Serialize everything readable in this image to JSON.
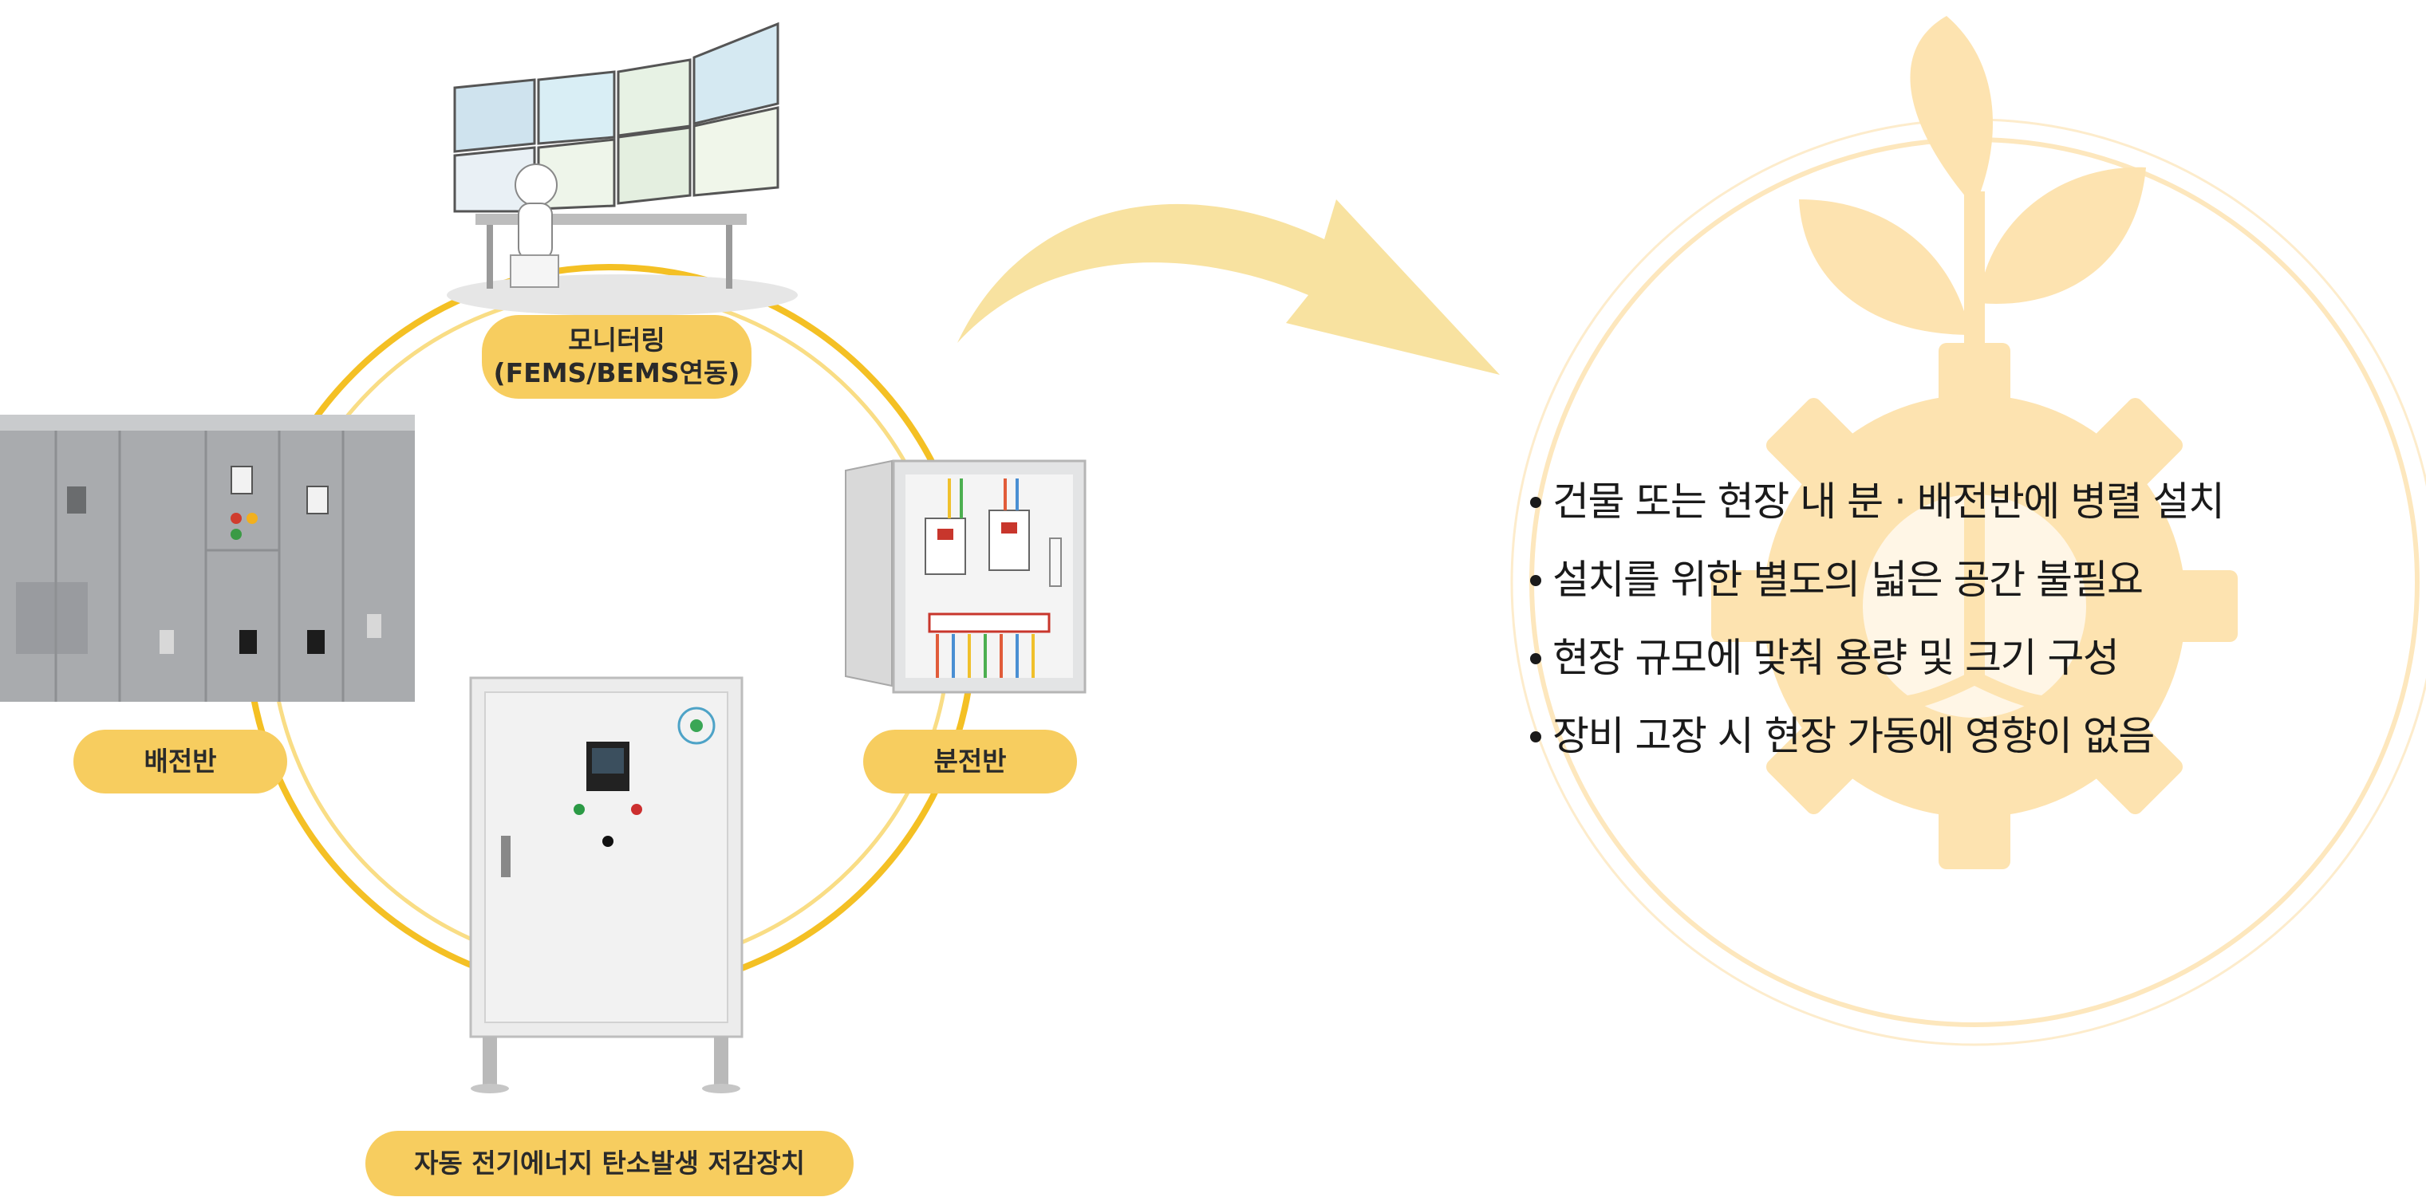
{
  "labels": {
    "monitoring_line1": "모니터링",
    "monitoring_line2": "(FEMS/BEMS연동)",
    "main_panel": "배전반",
    "sub_panel": "분전반",
    "device": "자동 전기에너지 탄소발생 저감장치"
  },
  "bullets": [
    "건물 또는 현장 내 분 · 배전반에 병렬 설치",
    "설치를 위한 별도의 넓은 공간 불필요",
    "현장 규모에 맞춰 용량 및 크기 구성",
    "장비 고장 시 현장 가동에 영향이 없음"
  ],
  "colors": {
    "ring_outer": "#f4c024",
    "ring_inner": "#f9dd85",
    "pill": "#f7cd5f",
    "arrow": "#f8e2a0",
    "watermark": "#fde3b0"
  },
  "icons": {
    "watermark": "sprout-gear-icon",
    "arrow": "curved-arrow-icon"
  }
}
